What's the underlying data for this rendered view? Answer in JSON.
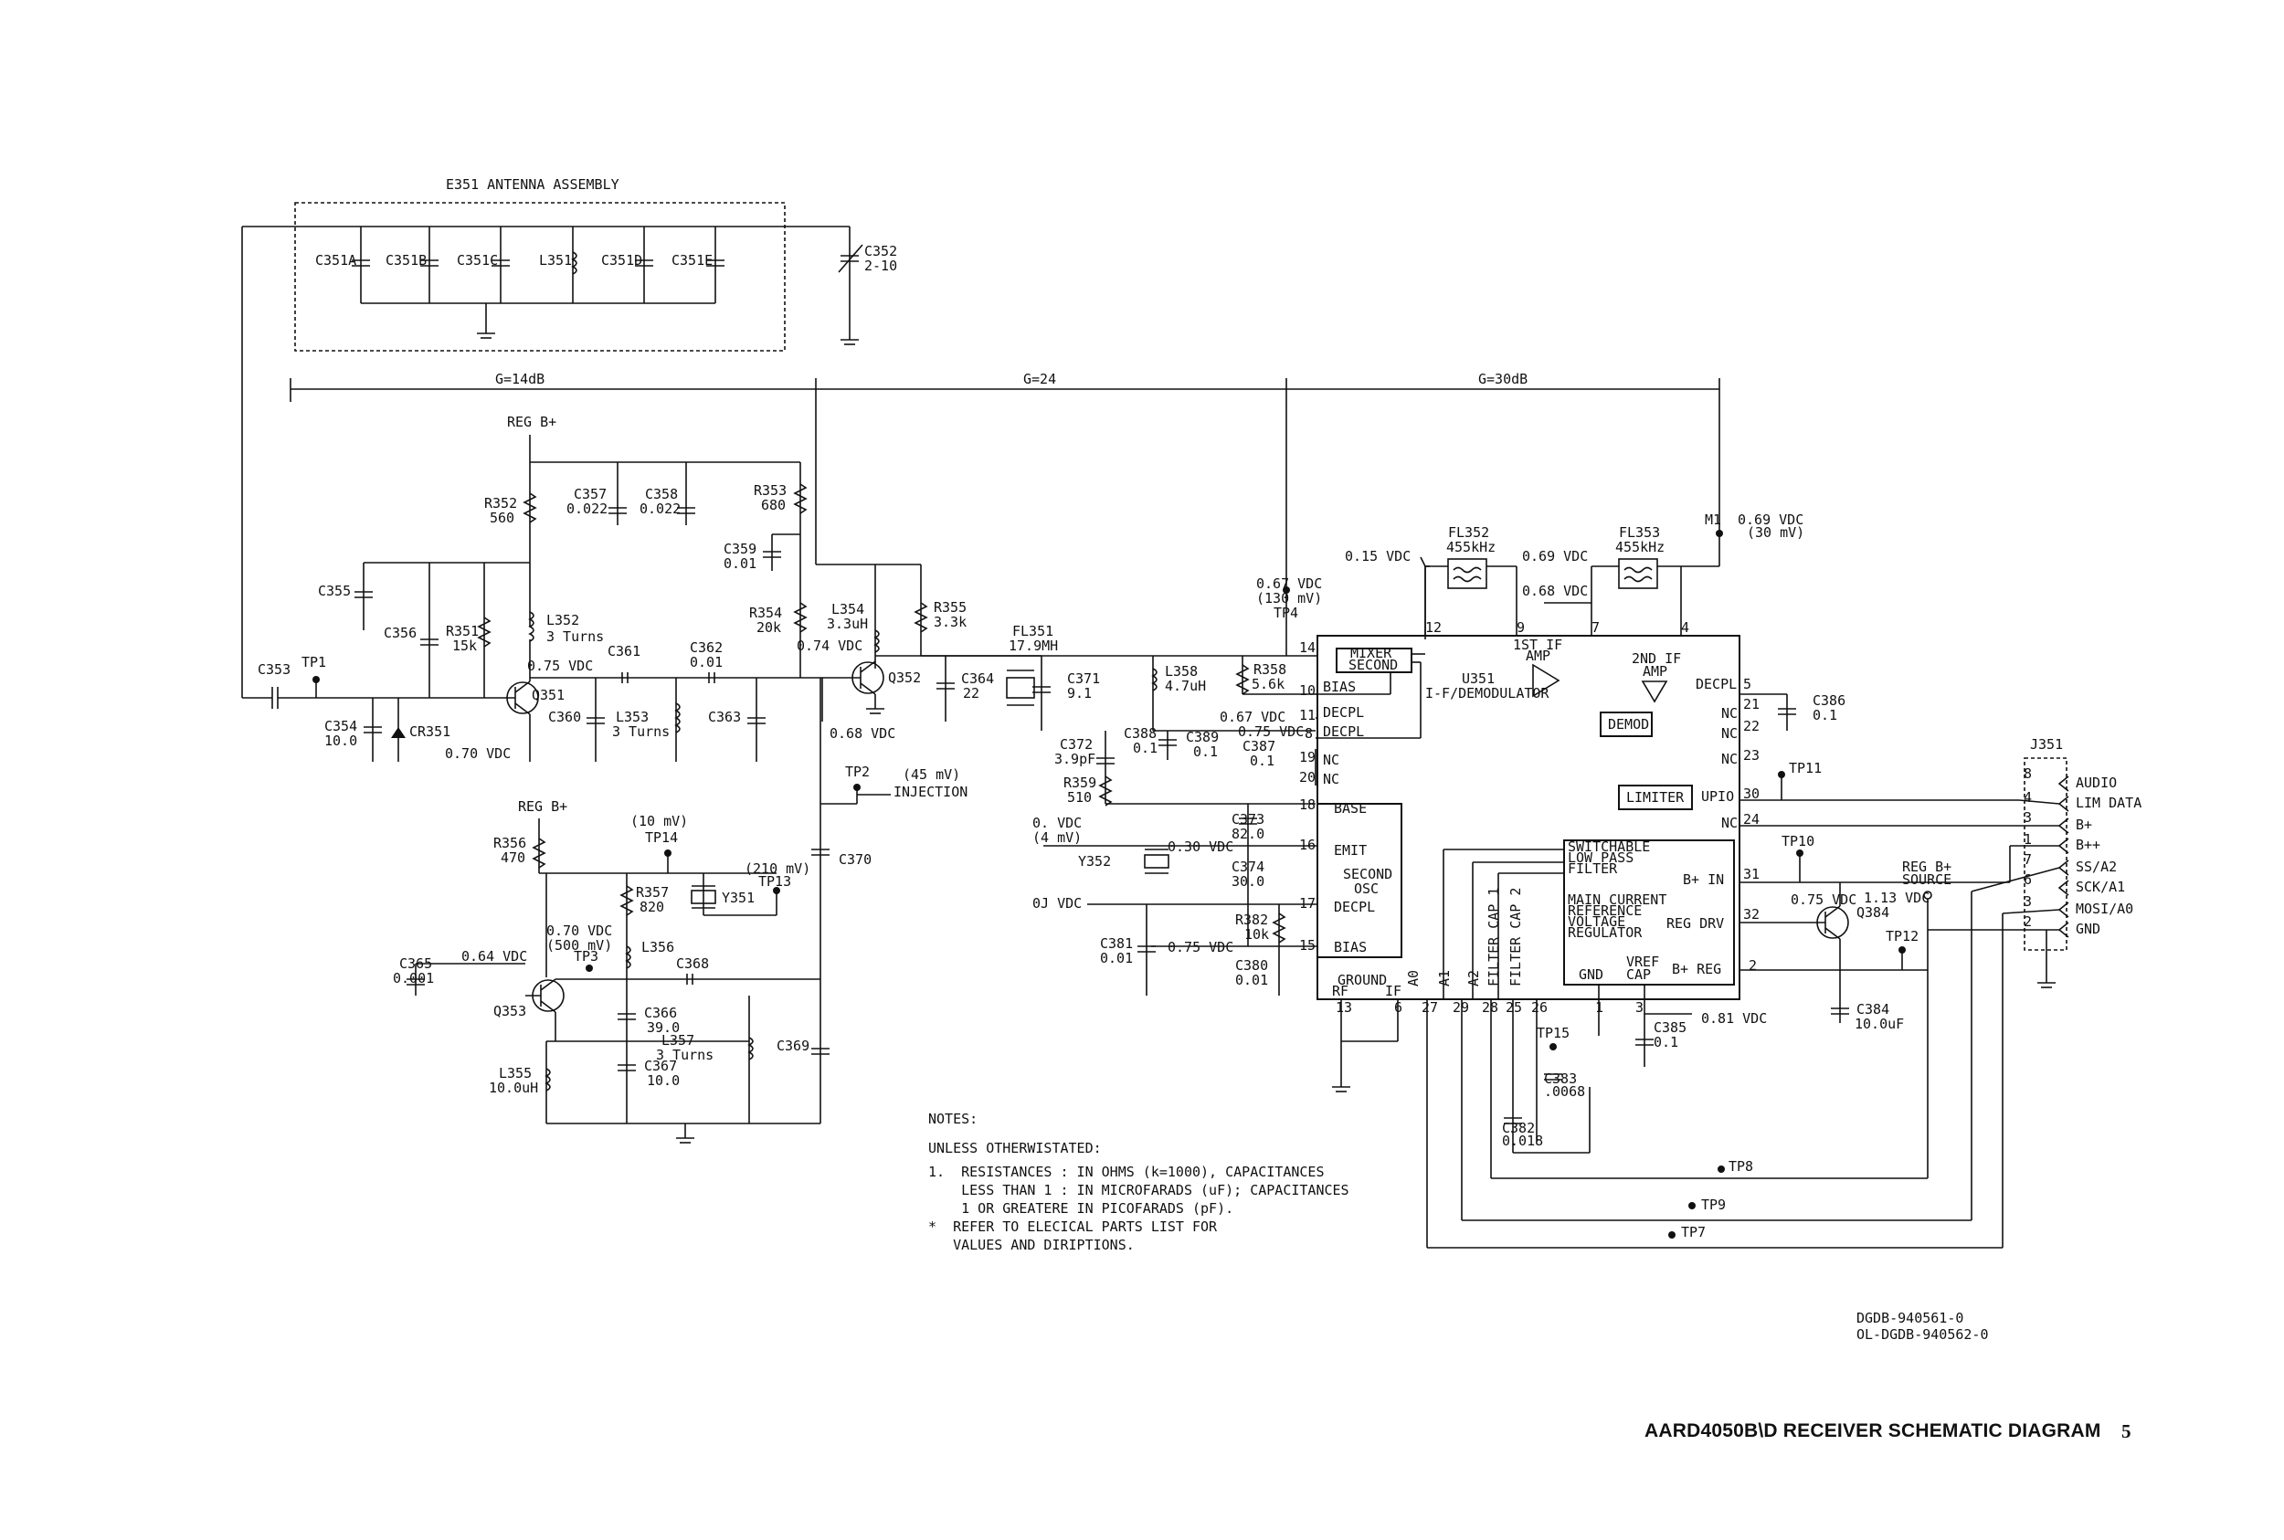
{
  "title": "AARD4050B\\D RECEIVER SCHEMATIC DIAGRAM",
  "page_number": "5",
  "drawing_ids": [
    "DGDB-940561-0",
    "OL-DGDB-940562-0"
  ],
  "antenna": {
    "title": "E351 ANTENNA ASSEMBLY",
    "parts": [
      "C351A",
      "C351B",
      "C351C",
      "L351",
      "C351D",
      "C351E"
    ]
  },
  "gains": [
    "G=14dB",
    "G=24",
    "G=30dB"
  ],
  "notes": {
    "heading": "NOTES:",
    "intro": "UNLESS OTHERWISTATED:",
    "lines": [
      "1.  RESISTANCES : IN OHMS (k=1000), CAPACITANCES",
      "    LESS THAN 1 : IN MICROFARADS (uF); CAPACITANCES",
      "    1 OR GREATERE IN PICOFARADS (pF).",
      "*  REFER TO ELECICAL PARTS LIST FOR",
      "   VALUES AND DIRIPTIONS."
    ]
  },
  "labels": {
    "reg_b": "REG B+",
    "c352": "C352",
    "c352v": "2-10",
    "c357": "C357",
    "c357v": "0.022",
    "c358": "C358",
    "c358v": "0.022",
    "r353": "R353",
    "r353v": "680",
    "r352": "R352",
    "r352v": "560",
    "c359": "C359",
    "c359v": "0.01",
    "c355": "C355",
    "r354": "R354",
    "r354v": "20k",
    "l354": "L354",
    "l354v": "3.3uH",
    "r355": "R355",
    "r355v": "3.3k",
    "l352": "L352",
    "l352v": "3 Turns",
    "c356": "C356",
    "r351": "R351",
    "r351v": "15k",
    "c361": "C361",
    "c362": "C362",
    "c362v": "0.01",
    "v074": "0.74 VDC",
    "c353": "C353",
    "tp1": "TP1",
    "q351": "Q351",
    "v075": "0.75 VDC",
    "q352": "Q352",
    "c364": "C364",
    "c364v": "22",
    "c354": "C354",
    "c354v": "10.0",
    "cr351": "CR351",
    "c360": "C360",
    "l353": "L353",
    "l353v": "3 Turns",
    "c363": "C363",
    "v068": "0.68 VDC",
    "v070": "0.70 VDC",
    "tp2": "TP2",
    "tp2v": "(45 mV)",
    "injection": "INJECTION",
    "c370": "C370",
    "reg_b2": "REG B+",
    "tp14v": "(10 mV)",
    "tp14": "TP14",
    "r356": "R356",
    "r356v": "470",
    "r357": "R357",
    "r357v": "820",
    "tp13v": "(210 mV)",
    "tp13": "TP13",
    "y351": "Y351",
    "v070b": "0.70 VDC",
    "v070bm": "(500 mV)",
    "tp3": "TP3",
    "c365": "C365",
    "c365v": "0.001",
    "v064": "0.64 VDC",
    "l356": "L356",
    "c368": "C368",
    "q353": "Q353",
    "c366": "C366",
    "c366v": "39.0",
    "l357": "L357",
    "l357v": "3 Turns",
    "c369": "C369",
    "l355": "L355",
    "l355v": "10.0uH",
    "c367": "C367",
    "c367v": "10.0",
    "fl351": "FL351",
    "fl351v": "17.9MH",
    "c371": "C371",
    "c371v": "9.1",
    "l358": "L358",
    "l358v": "4.7uH",
    "r358": "R358",
    "r358v": "5.6k",
    "v067tp4": "0.67 VDC",
    "v067tp4m": "(130 mV)",
    "tp4": "TP4",
    "c388": "C388",
    "c388v": "0.1",
    "c389": "C389",
    "c389v": "0.1",
    "c387": "C387",
    "c387v": "0.1",
    "v067": "0.67 VDC",
    "v075b": "0.75 VDC",
    "c372": "C372",
    "c372v": "3.9pF",
    "r359": "R359",
    "r359v": "510",
    "v0": "0. VDC",
    "v0m": "(4 mV)",
    "y352": "Y352",
    "v030": "0.30 VDC",
    "c373": "C373",
    "c373v": "82.0",
    "c374": "C374",
    "c374v": "30.0",
    "v0b": "0J VDC",
    "r382": "R382",
    "r382v": "10k",
    "c381": "C381",
    "c381v": "0.01",
    "v075c": "0.75 VDC",
    "c380": "C380",
    "c380v": "0.01",
    "v015": "0.15 VDC",
    "fl352": "FL352",
    "fl352v": "455kHz",
    "v069": "0.69 VDC",
    "v068b": "0.68 VDC",
    "fl353": "FL353",
    "fl353v": "455kHz",
    "m1": "M1",
    "v069b": "0.69 VDC",
    "v069bm": "(30 mV)",
    "u351": "U351",
    "u351d": "I-F/DEMODULATOR",
    "mixer1": "MIXER",
    "mixer2": "SECOND",
    "if1_1": "1ST IF",
    "if1_2": "AMP",
    "if2_1": "2ND IF",
    "if2_2": "AMP",
    "decpl": "DECPL",
    "demod": "DEMOD",
    "limiter": "LIMITER",
    "upio": "UPIO",
    "bias": "BIAS",
    "decpl1": "DECPL",
    "decpl2": "DECPL",
    "nc": "NC",
    "base": "BASE",
    "emit": "EMIT",
    "second": "SECOND",
    "osc": "OSC",
    "decpl3": "DECPL",
    "bias2": "BIAS",
    "ground": "GROUND",
    "rf": "RF",
    "if": "IF",
    "a0": "A0",
    "a1": "A1",
    "a2": "A2",
    "fcap1": "FILTER CAP 1",
    "fcap2": "FILTER CAP 2",
    "slpf1": "SWITCHABLE",
    "slpf2": "LOW PASS",
    "slpf3": "FILTER",
    "bin": "B+ IN",
    "mcr1": "MAIN CURRENT",
    "mcr2": "REFERENCE",
    "mcr3": "VOLTAGE",
    "mcr4": "REGULATOR",
    "regdrv": "REG DRV",
    "gnd": "GND",
    "vref": "VREF",
    "cap": "CAP",
    "breg": "B+ REG",
    "c386": "C386",
    "c386v": "0.1",
    "tp11": "TP11",
    "tp10": "TP10",
    "v075d": "0.75 VDC",
    "v113": "1.13 VDC",
    "regsrc1": "REG B+",
    "regsrc2": "SOURCE",
    "q384": "Q384",
    "tp12": "TP12",
    "c384": "C384",
    "c384v": "10.0uF",
    "v081": "0.81 VDC",
    "c385": "C385",
    "c385v": "0.1",
    "tp15": "TP15",
    "c383": "C383",
    "c383v": ".0068",
    "c382": "C382",
    "c382v": "0.018",
    "tp8": "TP8",
    "tp9": "TP9",
    "tp7": "TP7",
    "j351": "J351"
  },
  "pins": {
    "p14": "14",
    "p10": "10",
    "p11": "11",
    "p8": "8",
    "p19": "19",
    "p20": "20",
    "p18": "18",
    "p16": "16",
    "p17": "17",
    "p15": "15",
    "p13": "13",
    "p6": "6",
    "p12": "12",
    "p9": "9",
    "p7": "7",
    "p4": "4",
    "p5": "5",
    "p21": "21",
    "p22": "22",
    "p23": "23",
    "p30": "30",
    "p24": "24",
    "p31": "31",
    "p32": "32",
    "p2": "2",
    "p27": "27",
    "p29": "29",
    "p28": "28",
    "p25": "25",
    "p26": "26",
    "p1": "1",
    "p3": "3"
  },
  "connector": {
    "pins": [
      {
        "num": "8",
        "signal": "AUDIO"
      },
      {
        "num": "4",
        "signal": "LIM DATA"
      },
      {
        "num": "3",
        "signal": "B+"
      },
      {
        "num": "1",
        "signal": "B++"
      },
      {
        "num": "7",
        "signal": "SS/A2"
      },
      {
        "num": "6",
        "signal": "SCK/A1"
      },
      {
        "num": "3",
        "signal": "MOSI/A0"
      },
      {
        "num": "2",
        "signal": "GND"
      }
    ]
  }
}
